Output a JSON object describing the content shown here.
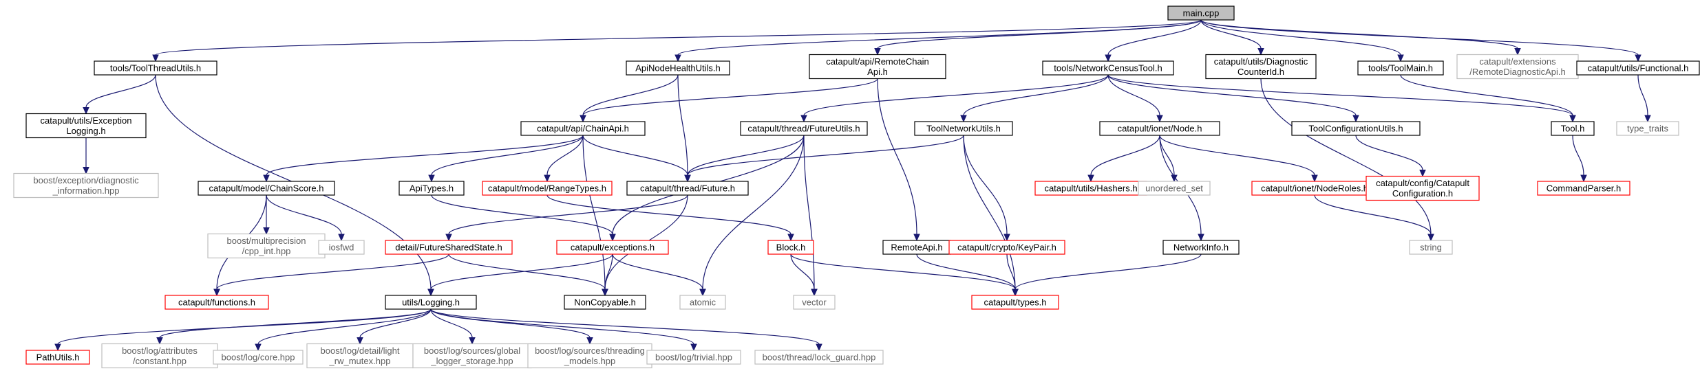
{
  "colors": {
    "edge": "#191970",
    "root_fill": "#bfbfbf",
    "red_border": "#ff0000",
    "black_border": "#000000",
    "gray_border": "#bfbfbf",
    "gray_text": "#606060"
  },
  "nodes": {
    "main": {
      "lines": [
        "main.cpp"
      ],
      "style": "root"
    },
    "ttu": {
      "lines": [
        "tools/ToolThreadUtils.h"
      ],
      "style": "black"
    },
    "anh": {
      "lines": [
        "ApiNodeHealthUtils.h"
      ],
      "style": "black"
    },
    "rca": {
      "lines": [
        "catapult/api/RemoteChain",
        "Api.h"
      ],
      "style": "black"
    },
    "nct": {
      "lines": [
        "tools/NetworkCensusTool.h"
      ],
      "style": "black"
    },
    "dci": {
      "lines": [
        "catapult/utils/Diagnostic",
        "CounterId.h"
      ],
      "style": "black"
    },
    "tm": {
      "lines": [
        "tools/ToolMain.h"
      ],
      "style": "black"
    },
    "rda": {
      "lines": [
        "catapult/extensions",
        "/RemoteDiagnosticApi.h"
      ],
      "style": "gray"
    },
    "fun": {
      "lines": [
        "catapult/utils/Functional.h"
      ],
      "style": "black"
    },
    "el": {
      "lines": [
        "catapult/utils/Exception",
        "Logging.h"
      ],
      "style": "black"
    },
    "ca": {
      "lines": [
        "catapult/api/ChainApi.h"
      ],
      "style": "black"
    },
    "fu": {
      "lines": [
        "catapult/thread/FutureUtils.h"
      ],
      "style": "black"
    },
    "tnu": {
      "lines": [
        "ToolNetworkUtils.h"
      ],
      "style": "black"
    },
    "node": {
      "lines": [
        "catapult/ionet/Node.h"
      ],
      "style": "black"
    },
    "tcu": {
      "lines": [
        "ToolConfigurationUtils.h"
      ],
      "style": "black"
    },
    "tool": {
      "lines": [
        "Tool.h"
      ],
      "style": "black"
    },
    "tt": {
      "lines": [
        "type_traits"
      ],
      "style": "gray"
    },
    "bed": {
      "lines": [
        "boost/exception/diagnostic",
        "_information.hpp"
      ],
      "style": "gray"
    },
    "cs": {
      "lines": [
        "catapult/model/ChainScore.h"
      ],
      "style": "black"
    },
    "at": {
      "lines": [
        "ApiTypes.h"
      ],
      "style": "black"
    },
    "rt": {
      "lines": [
        "catapult/model/RangeTypes.h"
      ],
      "style": "red"
    },
    "fut": {
      "lines": [
        "catapult/thread/Future.h"
      ],
      "style": "black"
    },
    "hash": {
      "lines": [
        "catapult/utils/Hashers.h"
      ],
      "style": "red"
    },
    "us": {
      "lines": [
        "unordered_set"
      ],
      "style": "gray"
    },
    "nr": {
      "lines": [
        "catapult/ionet/NodeRoles.h"
      ],
      "style": "red"
    },
    "cc": {
      "lines": [
        "catapult/config/Catapult",
        "Configuration.h"
      ],
      "style": "red"
    },
    "cp": {
      "lines": [
        "CommandParser.h"
      ],
      "style": "red"
    },
    "bmp": {
      "lines": [
        "boost/multiprecision",
        "/cpp_int.hpp"
      ],
      "style": "gray"
    },
    "iosfwd": {
      "lines": [
        "iosfwd"
      ],
      "style": "gray"
    },
    "fss": {
      "lines": [
        "detail/FutureSharedState.h"
      ],
      "style": "red"
    },
    "exc": {
      "lines": [
        "catapult/exceptions.h"
      ],
      "style": "red"
    },
    "blk": {
      "lines": [
        "Block.h"
      ],
      "style": "red"
    },
    "ra": {
      "lines": [
        "RemoteApi.h"
      ],
      "style": "black"
    },
    "kp": {
      "lines": [
        "catapult/crypto/KeyPair.h"
      ],
      "style": "red"
    },
    "ni": {
      "lines": [
        "NetworkInfo.h"
      ],
      "style": "black"
    },
    "str": {
      "lines": [
        "string"
      ],
      "style": "gray"
    },
    "cf": {
      "lines": [
        "catapult/functions.h"
      ],
      "style": "red"
    },
    "log": {
      "lines": [
        "utils/Logging.h"
      ],
      "style": "black"
    },
    "nc": {
      "lines": [
        "NonCopyable.h"
      ],
      "style": "black"
    },
    "atomic": {
      "lines": [
        "atomic"
      ],
      "style": "gray"
    },
    "vec": {
      "lines": [
        "vector"
      ],
      "style": "gray"
    },
    "types": {
      "lines": [
        "catapult/types.h"
      ],
      "style": "red"
    },
    "pu": {
      "lines": [
        "PathUtils.h"
      ],
      "style": "red"
    },
    "bla": {
      "lines": [
        "boost/log/attributes",
        "/constant.hpp"
      ],
      "style": "gray"
    },
    "blc": {
      "lines": [
        "boost/log/core.hpp"
      ],
      "style": "gray"
    },
    "bld": {
      "lines": [
        "boost/log/detail/light",
        "_rw_mutex.hpp"
      ],
      "style": "gray"
    },
    "blsg": {
      "lines": [
        "boost/log/sources/global",
        "_logger_storage.hpp"
      ],
      "style": "gray"
    },
    "blst": {
      "lines": [
        "boost/log/sources/threading",
        "_models.hpp"
      ],
      "style": "gray"
    },
    "blt": {
      "lines": [
        "boost/log/trivial.hpp"
      ],
      "style": "gray"
    },
    "btl": {
      "lines": [
        "boost/thread/lock_guard.hpp"
      ],
      "style": "gray"
    }
  },
  "edges": [
    [
      "main",
      "ttu"
    ],
    [
      "main",
      "anh"
    ],
    [
      "main",
      "rca"
    ],
    [
      "main",
      "nct"
    ],
    [
      "main",
      "dci"
    ],
    [
      "main",
      "tm"
    ],
    [
      "main",
      "rda"
    ],
    [
      "main",
      "fun"
    ],
    [
      "ttu",
      "el"
    ],
    [
      "ttu",
      "log"
    ],
    [
      "el",
      "bed"
    ],
    [
      "anh",
      "ca"
    ],
    [
      "anh",
      "fut"
    ],
    [
      "rca",
      "ca"
    ],
    [
      "rca",
      "ra"
    ],
    [
      "nct",
      "fu"
    ],
    [
      "nct",
      "tnu"
    ],
    [
      "nct",
      "node"
    ],
    [
      "nct",
      "tcu"
    ],
    [
      "nct",
      "tool"
    ],
    [
      "dci",
      "str"
    ],
    [
      "tm",
      "tool"
    ],
    [
      "fun",
      "tt"
    ],
    [
      "ca",
      "cs"
    ],
    [
      "ca",
      "at"
    ],
    [
      "ca",
      "rt"
    ],
    [
      "ca",
      "fut"
    ],
    [
      "ca",
      "nc"
    ],
    [
      "fu",
      "fut"
    ],
    [
      "fu",
      "exc"
    ],
    [
      "fu",
      "atomic"
    ],
    [
      "fu",
      "vec"
    ],
    [
      "tnu",
      "fut"
    ],
    [
      "tnu",
      "kp"
    ],
    [
      "tnu",
      "types"
    ],
    [
      "node",
      "hash"
    ],
    [
      "node",
      "us"
    ],
    [
      "node",
      "nr"
    ],
    [
      "node",
      "ni"
    ],
    [
      "tcu",
      "cc"
    ],
    [
      "tool",
      "cp"
    ],
    [
      "cs",
      "cf"
    ],
    [
      "cs",
      "bmp"
    ],
    [
      "cs",
      "iosfwd"
    ],
    [
      "at",
      "exc"
    ],
    [
      "rt",
      "blk"
    ],
    [
      "fut",
      "fss"
    ],
    [
      "fut",
      "nc"
    ],
    [
      "nr",
      "str"
    ],
    [
      "fss",
      "cf"
    ],
    [
      "fss",
      "nc"
    ],
    [
      "exc",
      "log"
    ],
    [
      "exc",
      "nc"
    ],
    [
      "exc",
      "atomic"
    ],
    [
      "blk",
      "vec"
    ],
    [
      "blk",
      "types"
    ],
    [
      "ra",
      "types"
    ],
    [
      "kp",
      "types"
    ],
    [
      "ni",
      "types"
    ],
    [
      "log",
      "pu"
    ],
    [
      "log",
      "bla"
    ],
    [
      "log",
      "blc"
    ],
    [
      "log",
      "bld"
    ],
    [
      "log",
      "blsg"
    ],
    [
      "log",
      "blst"
    ],
    [
      "log",
      "blt"
    ],
    [
      "log",
      "btl"
    ]
  ]
}
